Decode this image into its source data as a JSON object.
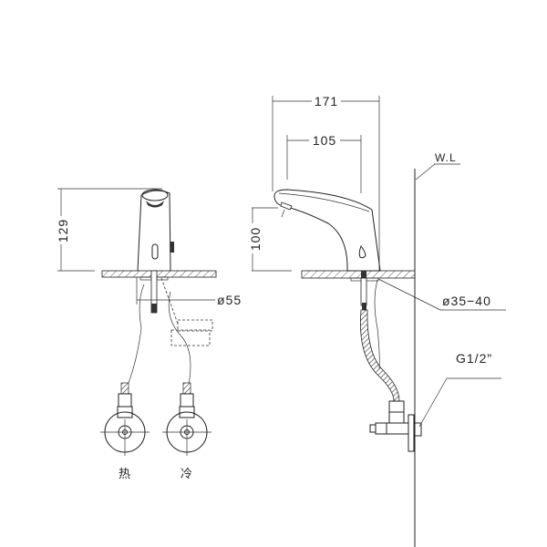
{
  "front_view": {
    "height_dim": "129",
    "diameter_dim": "ø55",
    "hot_label": "热",
    "cold_label": "冷"
  },
  "side_view": {
    "overall_length_dim": "171",
    "spout_length_dim": "105",
    "spout_height_dim": "100",
    "hole_diameter_dim": "ø35−40",
    "wall_label": "W.L",
    "thread_label": "G1/2\""
  }
}
